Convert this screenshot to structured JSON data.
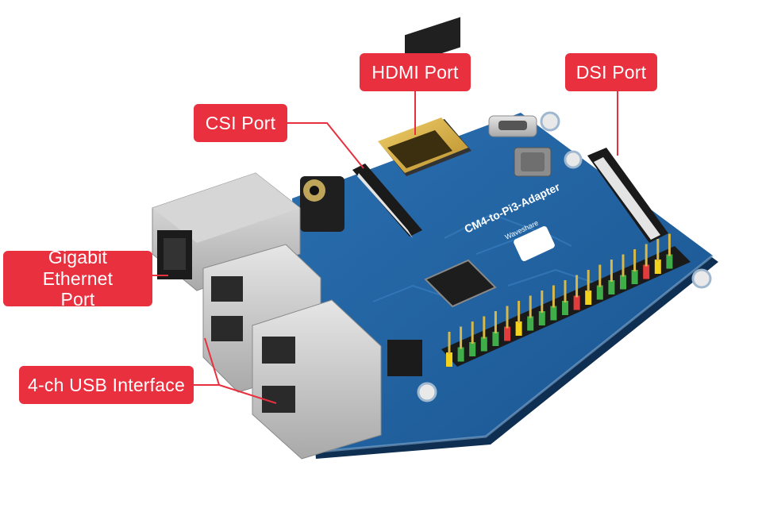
{
  "product": {
    "board_name": "CM4-to-Pi3-Adapter",
    "brand": "Waveshare"
  },
  "callouts": {
    "hdmi": "HDMI Port",
    "dsi": "DSI Port",
    "csi": "CSI Port",
    "ethernet_line1": "Gigabit Ethernet",
    "ethernet_line2": "Port",
    "usb": "4-ch USB Interface"
  },
  "colors": {
    "callout": "#e8303f",
    "pcb": "#1f5f9c",
    "pcb_dark": "#17497a",
    "metal": "#c8c8c8",
    "gold": "#d9b24a",
    "connector_dark": "#2a2a2a"
  }
}
